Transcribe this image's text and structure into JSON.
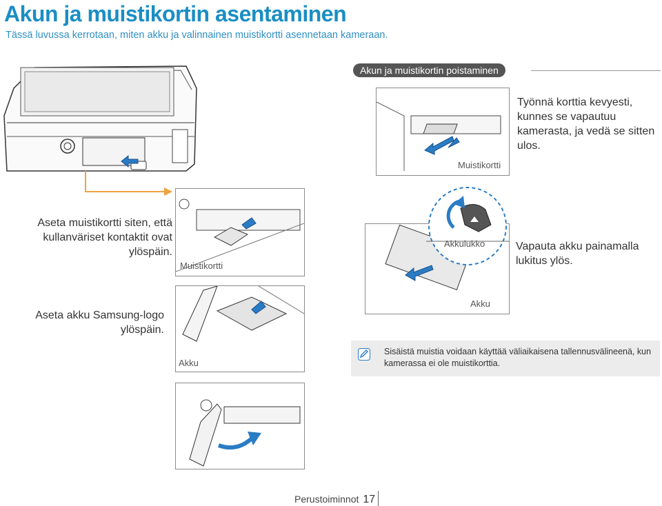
{
  "header": {
    "title": "Akun ja muistikortin asentaminen",
    "subtitle": "Tässä luvussa kerrotaan, miten akku ja valinnainen muistikortti asennetaan kameraan."
  },
  "removal": {
    "heading": "Akun ja muistikortin poistaminen",
    "card_text": "Työnnä korttia kevyesti, kunnes se vapautuu kamerasta, ja vedä se sitten ulos.",
    "card_label": "Muistikortti",
    "battery_text": "Vapauta akku painamalla lukitus ylös.",
    "lock_label": "Akkulukko",
    "battery_label": "Akku"
  },
  "install": {
    "card_text": "Aseta muistikortti siten, että kullanväriset kontaktit ovat ylöspäin.",
    "card_label": "Muistikortti",
    "battery_text": "Aseta akku Samsung-logo ylöspäin.",
    "battery_label": "Akku"
  },
  "note": {
    "icon": "pencil-note-icon",
    "text": "Sisäistä muistia voidaan käyttää väliaikaisena tallennusvälineenä, kun kamerassa ei ole muistikorttia."
  },
  "footer": {
    "section": "Perustoiminnot",
    "page": "17"
  },
  "colors": {
    "accent": "#1a8ec4",
    "arrow_blue": "#2a7cc4",
    "orange": "#f0a040"
  }
}
